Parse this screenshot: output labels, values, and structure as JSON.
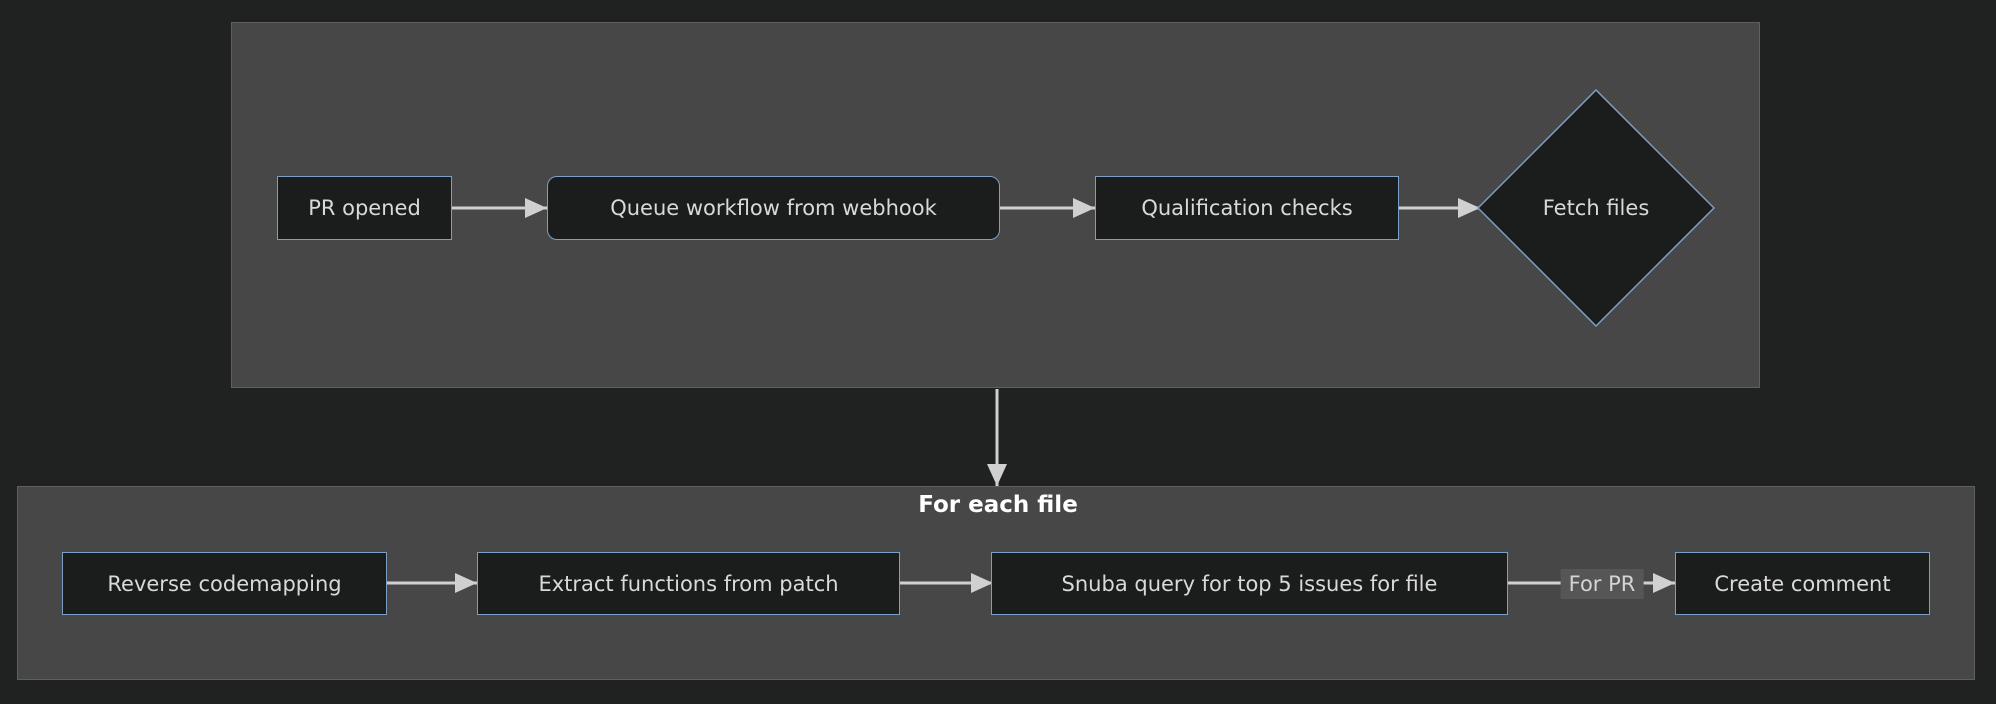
{
  "colors": {
    "background": "#202121",
    "cluster_fill": "#474747",
    "cluster_border": "#5f5f5f",
    "node_fill": "#1b1c1c",
    "node_border": "#7e9fc5",
    "node_text": "#d9d9d9",
    "title_text": "#ffffff",
    "arrow": "#d0d0d0",
    "edge_label_bg": "#565656",
    "edge_label_text": "#d4d4d4"
  },
  "diagram": {
    "type": "flowchart",
    "direction": "left-to-right",
    "main_flow": {
      "nodes": [
        {
          "id": "pr-opened",
          "label": "PR opened",
          "shape": "rect"
        },
        {
          "id": "queue-workflow",
          "label": "Queue workflow from webhook",
          "shape": "rounded-rect"
        },
        {
          "id": "qualification-checks",
          "label": "Qualification checks",
          "shape": "rect"
        },
        {
          "id": "fetch-files",
          "label": "Fetch files",
          "shape": "diamond"
        }
      ],
      "edges": [
        {
          "from": "pr-opened",
          "to": "queue-workflow",
          "label": ""
        },
        {
          "from": "queue-workflow",
          "to": "qualification-checks",
          "label": ""
        },
        {
          "from": "qualification-checks",
          "to": "fetch-files",
          "label": ""
        },
        {
          "from": "fetch-files",
          "to": "for-each-file-subgraph",
          "label": ""
        }
      ]
    },
    "for_each_file_subgraph": {
      "title": "For each file",
      "nodes": [
        {
          "id": "reverse-codemapping",
          "label": "Reverse codemapping",
          "shape": "rect"
        },
        {
          "id": "extract-functions",
          "label": "Extract functions from patch",
          "shape": "rect"
        },
        {
          "id": "snuba-query",
          "label": "Snuba query for top 5 issues for file",
          "shape": "rect"
        },
        {
          "id": "create-comment",
          "label": "Create comment",
          "shape": "rect"
        }
      ],
      "edges": [
        {
          "from": "reverse-codemapping",
          "to": "extract-functions",
          "label": ""
        },
        {
          "from": "extract-functions",
          "to": "snuba-query",
          "label": ""
        },
        {
          "from": "snuba-query",
          "to": "create-comment",
          "label": "For PR"
        }
      ]
    }
  }
}
